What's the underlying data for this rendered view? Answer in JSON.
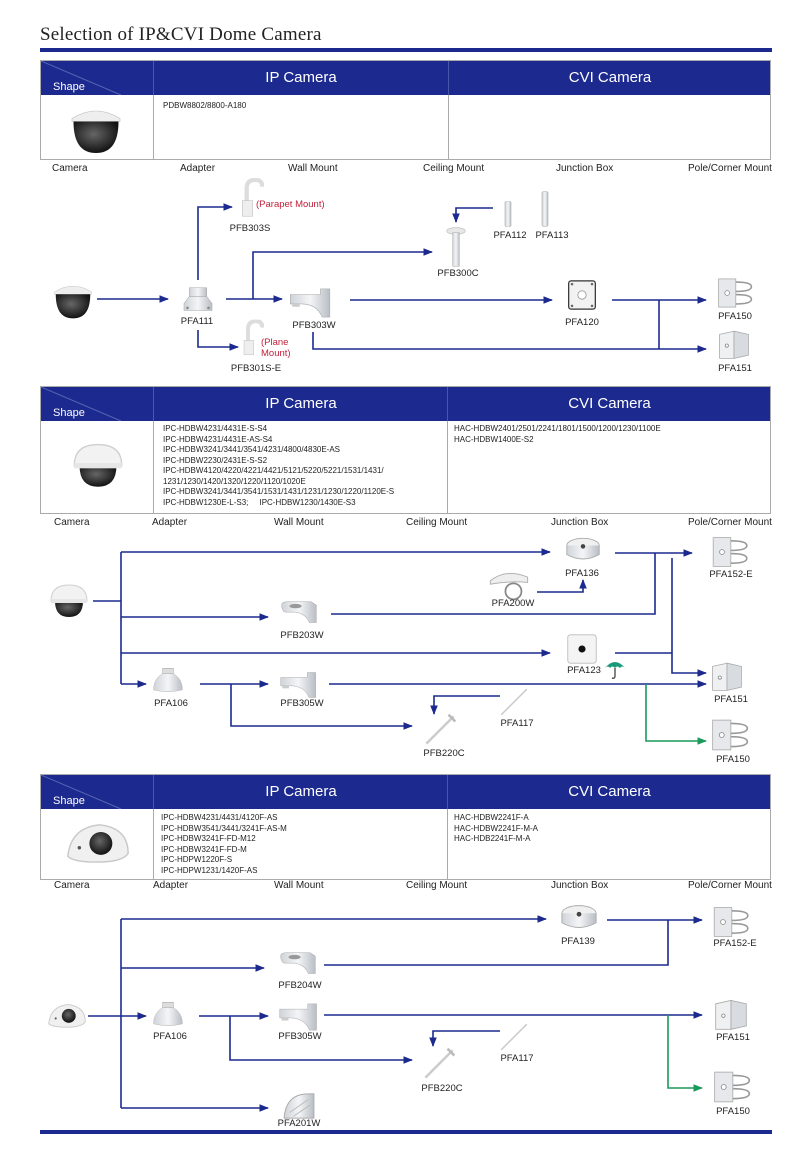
{
  "page": {
    "title": "Selection of  IP&CVI Dome Camera"
  },
  "colors": {
    "brand_blue": "#1c2a8f",
    "wire_blue": "#1c2a8f",
    "wire_green": "#1a9a5a",
    "annotation_red": "#c0203a",
    "umbrella_green": "#1a9a7a"
  },
  "table_header": {
    "shape": "Shape",
    "ip": "IP Camera",
    "cvi": "CVI Camera"
  },
  "categories": [
    "Camera",
    "Adapter",
    "Wall Mount",
    "Ceiling Mount",
    "Junction Box",
    "Pole/Corner Mount"
  ],
  "sections": [
    {
      "ip_models": [
        "PDBW8802/8800-A180"
      ],
      "cvi_models": [],
      "parts": {
        "pfb303s": "PFB303S",
        "parapet": "(Parapet Mount)",
        "pfa111": "PFA111",
        "pfb303w": "PFB303W",
        "pfb301se": "PFB301S-E",
        "plane1": "(Plane",
        "plane2": "Mount)",
        "pfb300c": "PFB300C",
        "pfa112": "PFA112",
        "pfa113": "PFA113",
        "pfa120": "PFA120",
        "pfa150": "PFA150",
        "pfa151": "PFA151"
      }
    },
    {
      "ip_models": [
        "IPC-HDBW4231/4431E-S-S4",
        "IPC-HDBW4231/4431E-AS-S4",
        "IPC-HDBW3241/3441/3541/4231/4800/4830E-AS",
        "IPC-HDBW2230/2431E-S-S2",
        "IPC-HDBW4120/4220/4221/4421/5121/5220/5221/1531/1431/",
        "1231/1230/1420/1320/1220/1120/1020E",
        "IPC-HDBW3241/3441/3541/1531/1431/1231/1230/1220/1120E-S",
        "IPC-HDBW1230E-L-S3;     IPC-HDBW1230/1430E-S3"
      ],
      "cvi_models": [
        "HAC-HDBW2401/2501/2241/1801/1500/1200/1230/1100E",
        "HAC-HDBW1400E-S2"
      ],
      "parts": {
        "pfa136": "PFA136",
        "pfa200w": "PFA200W",
        "pfa152e": "PFA152-E",
        "pfb203w": "PFB203W",
        "pfa123": "PFA123",
        "pfa106": "PFA106",
        "pfb305w": "PFB305W",
        "pfa151": "PFA151",
        "pfa117": "PFA117",
        "pfb220c": "PFB220C",
        "pfa150": "PFA150"
      }
    },
    {
      "ip_models": [
        "IPC-HDBW4231/4431/4120F-AS",
        "IPC-HDBW3541/3441/3241F-AS-M",
        "IPC-HDBW3241F-FD-M12",
        "IPC-HDBW3241F-FD-M",
        "IPC-HDPW1220F-S",
        "IPC-HDPW1231/1420F-AS"
      ],
      "cvi_models": [
        "HAC-HDBW2241F-A",
        "HAC-HDBW2241F-M-A",
        "HAC-HDB2241F-M-A"
      ],
      "parts": {
        "pfa139": "PFA139",
        "pfa152e": "PFA152-E",
        "pfb204w": "PFB204W",
        "pfa106": "PFA106",
        "pfb305w": "PFB305W",
        "pfa151": "PFA151",
        "pfa117": "PFA117",
        "pfb220c": "PFB220C",
        "pfa150": "PFA150",
        "pfa201w": "PFA201W"
      }
    }
  ]
}
